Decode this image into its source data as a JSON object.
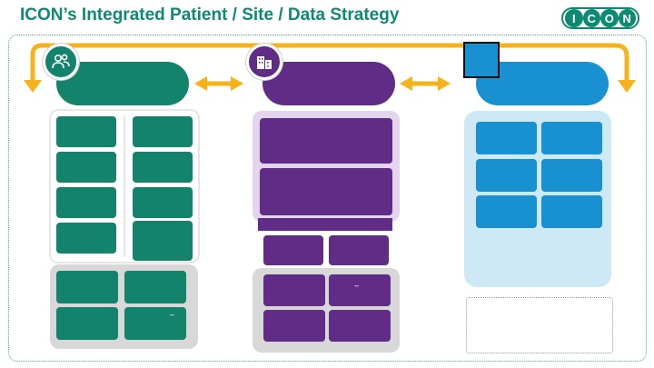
{
  "header": {
    "title": "ICON’s Integrated Patient / Site / Data Strategy",
    "logo": [
      "I",
      "C",
      "O",
      "N"
    ]
  },
  "columns": [
    {
      "key": "patient",
      "color": "#13836b",
      "icon": "people-icon"
    },
    {
      "key": "site",
      "color": "#612c86",
      "icon": "buildings-icon"
    },
    {
      "key": "data",
      "color": "#1990d0",
      "icon": "data-square-icon"
    }
  ],
  "annotations": {
    "patient_marker": "–",
    "site_marker": "–"
  },
  "colors": {
    "title": "#0e8a72",
    "arrow": "#f5b21a",
    "teal": "#13836b",
    "purple": "#612c86",
    "blue": "#1990d0",
    "light_blue": "#cde9f6",
    "light_purple": "#e4d5ee"
  }
}
